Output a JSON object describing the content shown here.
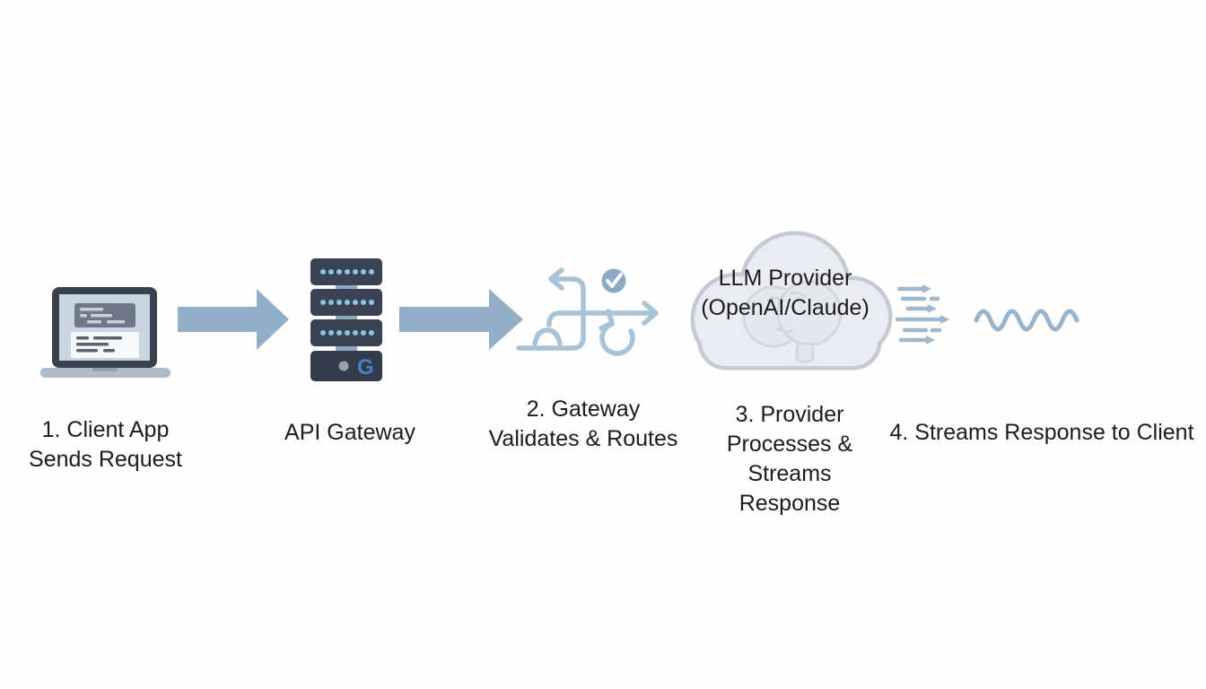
{
  "diagram": {
    "type": "flow-diagram",
    "description_visible_only": "API gateway request flow",
    "cloud": {
      "line1": "LLM Provider",
      "line2": "(OpenAI/Claude)"
    },
    "gateway_badge": "G",
    "labels": {
      "step1_line1": "1. Client App",
      "step1_line2": "Sends Request",
      "step2": "API Gateway",
      "step3_line1": "2. Gateway",
      "step3_line2": "Validates & Routes",
      "step4_line1": "3. Provider",
      "step4_line2": "Processes &",
      "step4_line3": "Streams",
      "step4_line4": "Response",
      "step5": "4. Streams Response to Client"
    },
    "icons": {
      "laptop-icon": "client laptop with request form on screen",
      "flow-arrow-icon": "thick right-pointing block arrow",
      "server-stack-icon": "4-unit server rack with G badge",
      "routing-paths-icon": "branching route arrows with loop and small arc",
      "check-badge-icon": "circular badge with white checkmark",
      "cloud-icon": "cloud with faint brain outline",
      "stream-lines-icon": "small speed arrows streaming right",
      "wave-icon": "sine squiggle"
    },
    "colors": {
      "background": "#fefefe",
      "block_arrow": "#92AFC7",
      "flow_line": "#A9C3D6",
      "stream_line": "#9FB8CC",
      "server_body": "#3B4254",
      "server_bottom": "#343B4A",
      "server_spine": "#8FA6BC",
      "server_dot": "#8BC5DB",
      "gateway_badge_blue": "#4D7EC2",
      "laptop_bezel": "#39414F",
      "laptop_screen": "#C9D5E1",
      "laptop_base": "#B0BBC8",
      "cloud_fill": "#EAECF1",
      "cloud_stroke": "#C6CAD3",
      "check_badge": "#8CAAC6",
      "text": "#1c1c1c"
    }
  }
}
